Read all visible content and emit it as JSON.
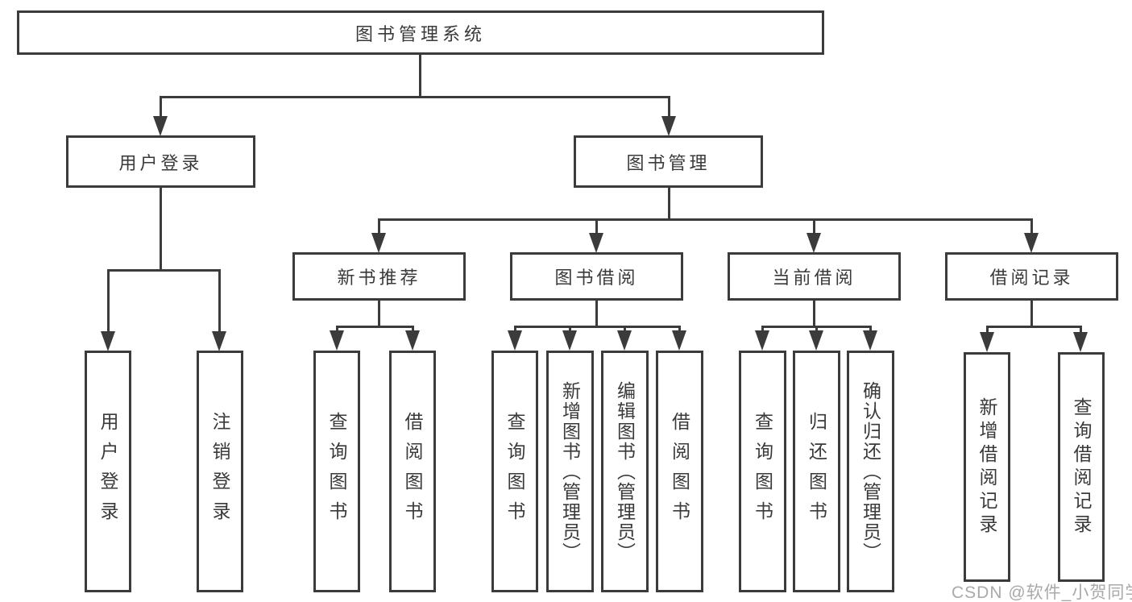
{
  "diagram": {
    "title": "图书管理系统",
    "nodes": {
      "root": "图书管理系统",
      "level2": [
        "用户登录",
        "图书管理"
      ],
      "level3": [
        "新书推荐",
        "图书借阅",
        "当前借阅",
        "借阅记录"
      ],
      "leaves": [
        "用户登录",
        "注销登录",
        "查询图书",
        "借阅图书",
        "查询图书",
        "新增图书（管理员）",
        "编辑图书（管理员）",
        "借阅图书",
        "查询图书",
        "归还图书",
        "确认归还（管理员）",
        "新增借阅记录",
        "查询借阅记录"
      ]
    },
    "colors": {
      "line": "#3b3b3b",
      "text": "#3a3a3a",
      "background": "#ffffff",
      "watermark": "#a9a9a9"
    },
    "watermark": "CSDN @软件_小贺同学"
  }
}
